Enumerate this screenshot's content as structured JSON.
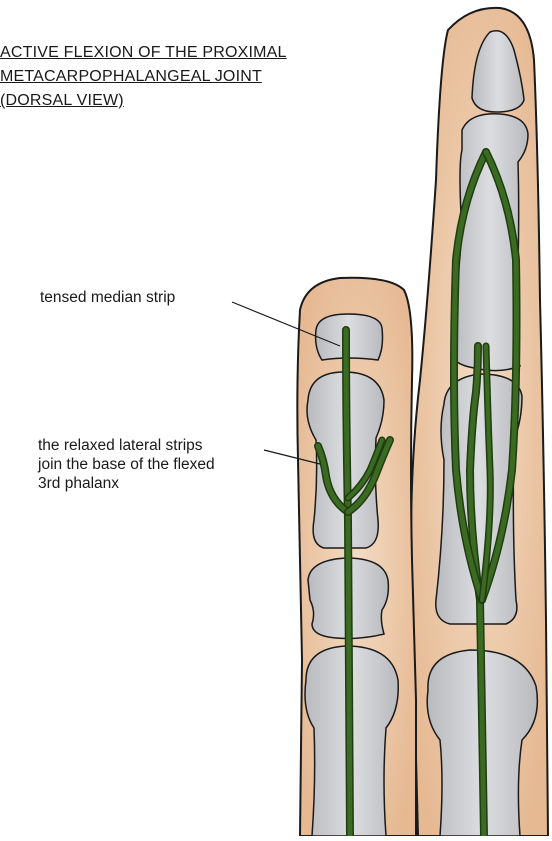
{
  "title": {
    "line1": "ACTIVE FLEXION OF THE PROXIMAL",
    "line2": "METACARPOPHALANGEAL JOINT",
    "line3": "(DORSAL VIEW)"
  },
  "labels": {
    "median": "tensed median strip",
    "lateral_line1": "the relaxed lateral strips",
    "lateral_line2": "join the base of the flexed",
    "lateral_line3": "3rd phalanx"
  },
  "colors": {
    "skin": "#ecc9a9",
    "skin_edge": "#d9a47c",
    "bone": "#c9cace",
    "bone_light": "#dddee1",
    "tendon": "#3b6a22",
    "tendon_edge": "#1f3d10",
    "outline": "#1a1a1a"
  }
}
